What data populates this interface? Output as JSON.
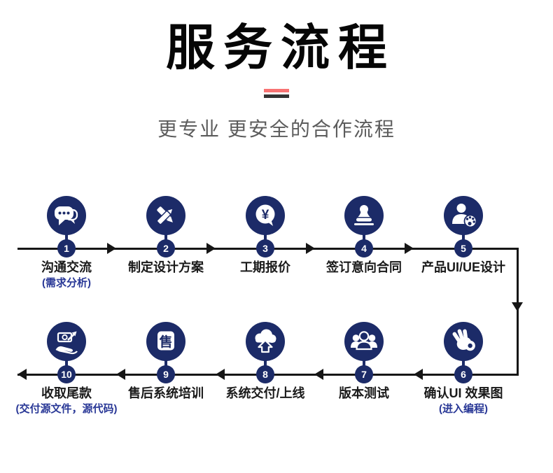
{
  "header": {
    "title": "服务流程",
    "subtitle": "更专业 更安全的合作流程"
  },
  "colors": {
    "navy": "#1c2b68",
    "divider_red": "#f87373",
    "divider_dark": "#333333",
    "flow_line": "#161616",
    "sublabel_blue": "#283796"
  },
  "flow": {
    "direction_row1": "left-to-right",
    "direction_row2": "right-to-left"
  },
  "steps": [
    {
      "num": "1",
      "label": "沟通交流",
      "sublabel": "(需求分析)",
      "icon": "chat-bubbles-icon"
    },
    {
      "num": "2",
      "label": "制定设计方案",
      "icon": "crossed-pencils-icon"
    },
    {
      "num": "3",
      "label": "工期报价",
      "icon": "price-bubble-icon",
      "icon_text": "¥"
    },
    {
      "num": "4",
      "label": "签订意向合同",
      "icon": "stamp-icon"
    },
    {
      "num": "5",
      "label": "产品UI/UE设计",
      "icon": "designer-palette-icon"
    },
    {
      "num": "6",
      "label": "确认UI 效果图",
      "sublabel": "(进入编程)",
      "icon": "ok-hand-icon"
    },
    {
      "num": "7",
      "label": "版本测试",
      "icon": "team-icon"
    },
    {
      "num": "8",
      "label": "系统交付/上线",
      "icon": "cloud-upload-icon"
    },
    {
      "num": "9",
      "label": "售后系统培训",
      "icon": "after-sale-icon",
      "icon_text": "售"
    },
    {
      "num": "10",
      "label": "收取尾款",
      "sublabel": "(交付源文件，源代码)",
      "icon": "payment-hand-icon"
    }
  ]
}
